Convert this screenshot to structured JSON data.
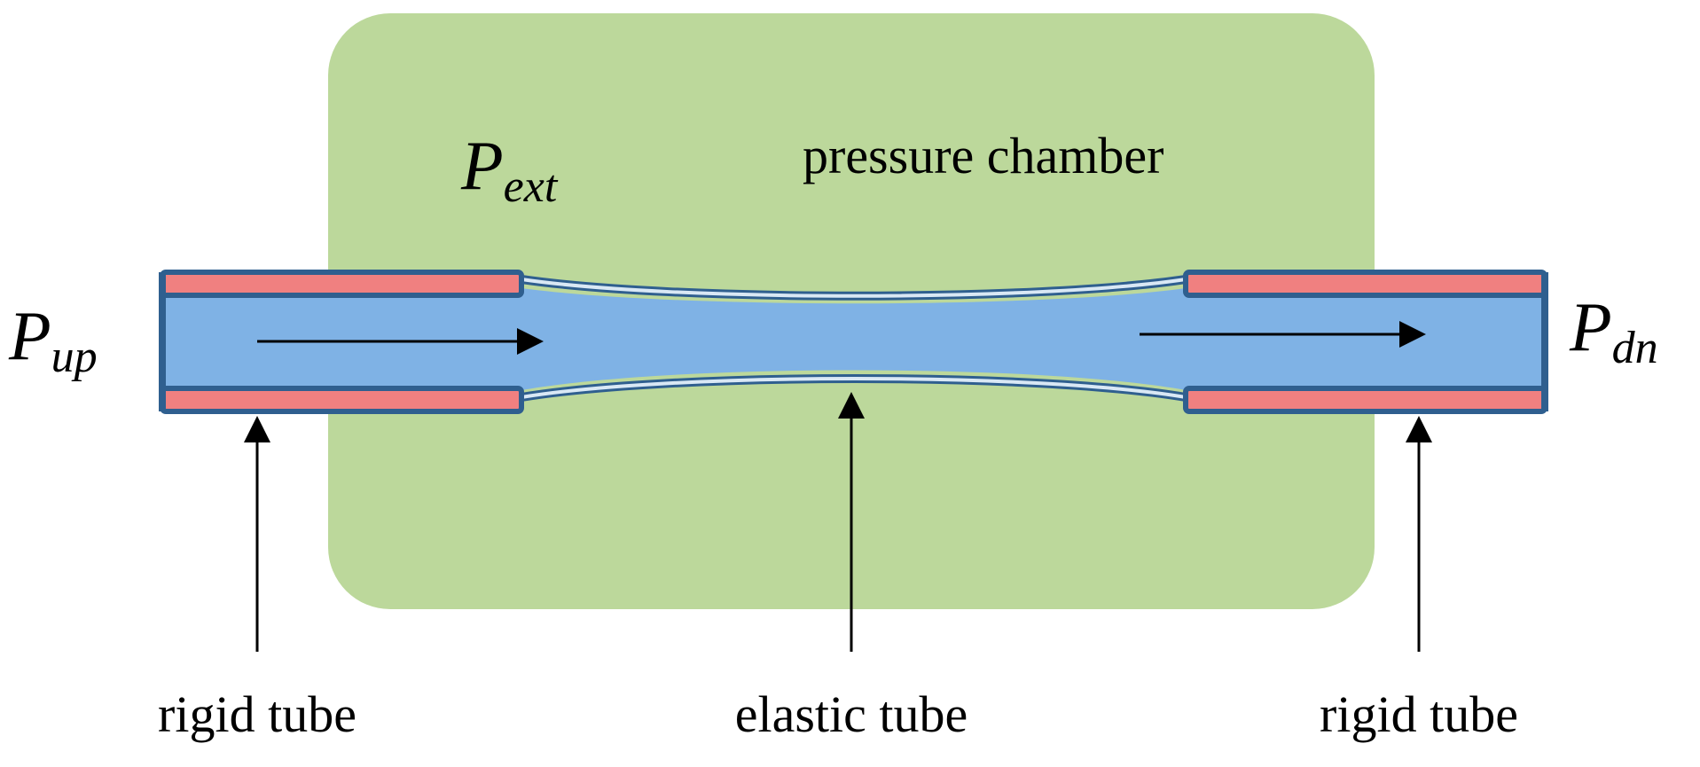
{
  "diagram": {
    "chamber_label": "pressure chamber",
    "p_ext": {
      "main": "P",
      "sub": "ext"
    },
    "p_up": {
      "main": "P",
      "sub": "up"
    },
    "p_dn": {
      "main": "P",
      "sub": "dn"
    },
    "callouts": {
      "rigid_left": "rigid tube",
      "elastic": "elastic tube",
      "rigid_right": "rigid tube"
    },
    "colors": {
      "chamber": "#bcd89b",
      "fluid": "#7fb2e5",
      "tube_outline": "#2f5f8f",
      "rigid_wall": "#f08080",
      "arrow": "#000000"
    }
  }
}
